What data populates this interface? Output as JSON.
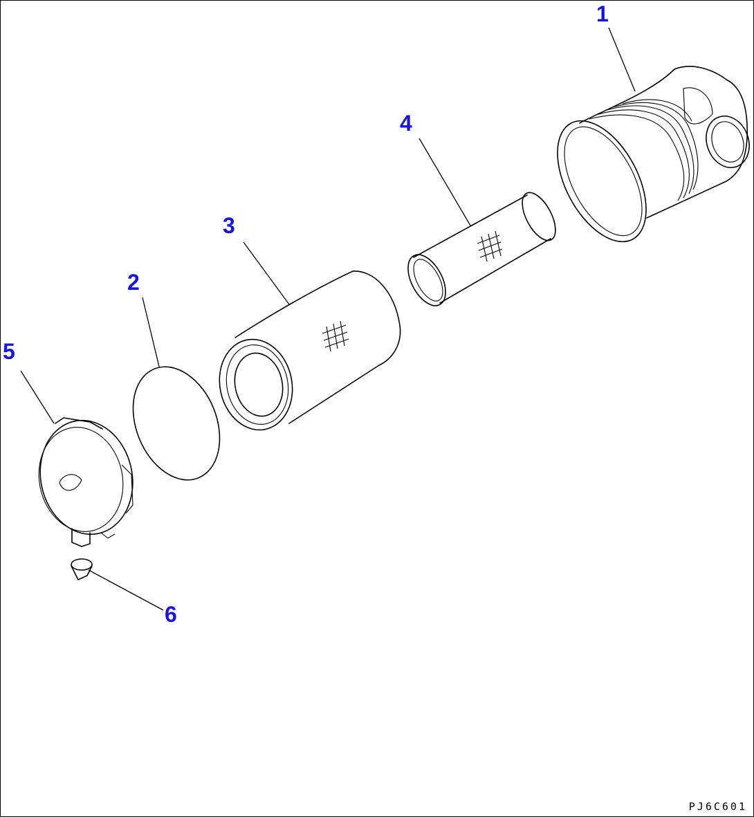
{
  "callouts": {
    "part_1": "1",
    "part_2": "2",
    "part_3": "3",
    "part_4": "4",
    "part_5": "5",
    "part_6": "6"
  },
  "drawing_code": "PJ6C601",
  "colors": {
    "callout": "#1414e6",
    "linework": "#000000",
    "background": "#ffffff"
  }
}
